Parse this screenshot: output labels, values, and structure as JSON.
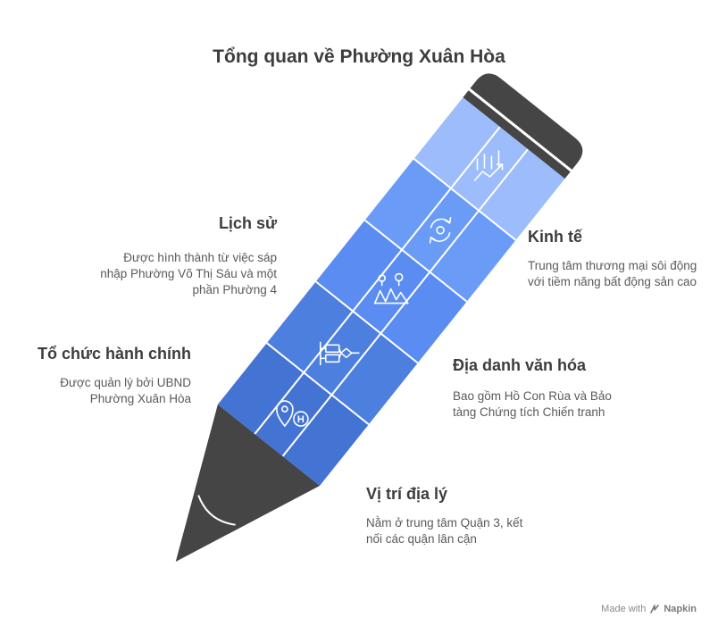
{
  "title": "Tổng quan về Phường Xuân Hòa",
  "sections": {
    "lich_su": {
      "heading": "Lịch sử",
      "description": "Được hình thành từ việc sáp nhập Phường Võ Thị Sáu và một phần Phường 4",
      "icon": "chart-growth-icon"
    },
    "kinh_te": {
      "heading": "Kinh tế",
      "description": "Trung tâm thương mại sôi động với tiềm năng bất động sản cao",
      "icon": "cycle-icon"
    },
    "to_chuc": {
      "heading": "Tổ chức hành chính",
      "description": "Được quản lý bởi UBND Phường Xuân Hòa",
      "icon": "flowchart-icon"
    },
    "dia_danh": {
      "heading": "Địa danh văn hóa",
      "description": "Bao gồm Hồ Con Rùa và Bảo tàng Chứng tích Chiến tranh",
      "icon": "landscape-icon"
    },
    "vi_tri": {
      "heading": "Vị trí địa lý",
      "description": "Nằm ở trung tâm Quận 3, kết nối các quận lân cận",
      "icon": "location-hospital-icon"
    }
  },
  "colors": {
    "band_1": "#9dbcfb",
    "band_2": "#6a9bf7",
    "band_3": "#5b8cf1",
    "band_4": "#4d7fdf",
    "band_5": "#4474d3",
    "pencil_tip": "#454545",
    "text_dark": "#3d3d3d"
  },
  "footer": {
    "made_with": "Made with",
    "brand": "Napkin"
  }
}
